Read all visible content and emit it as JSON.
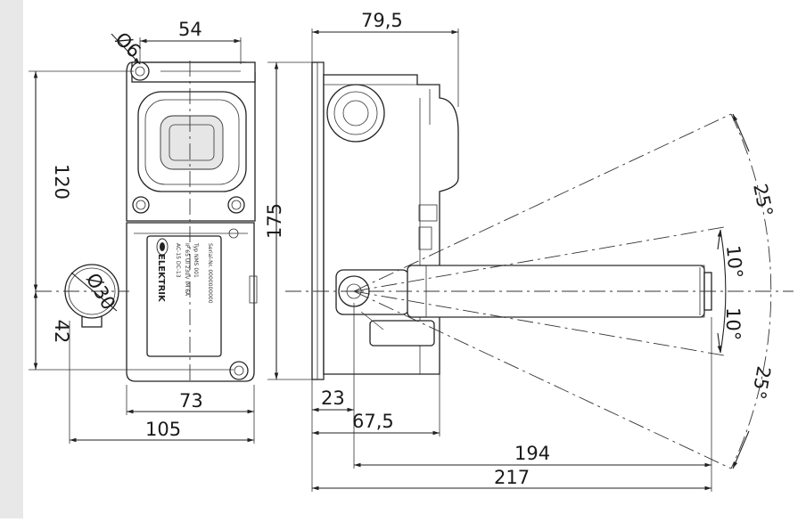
{
  "drawing": {
    "background_color": "#e8e8e8",
    "line_color": "#222222",
    "front_view": {
      "dim_width_top": "54",
      "dim_hole": "Ø6",
      "dim_height_top": "120",
      "dim_height_bottom": "42",
      "dim_pushbutton_dia": "Ø30",
      "dim_width_body": "73",
      "dim_width_total": "105",
      "label": {
        "lines": [
          "Serial-Nr. 0000000000",
          "Typ  NMS 001",
          "IP 65   UI 230V   IM 6A",
          "AC-15  DC-13",
          "ELEKTRIK"
        ],
        "brand_icon": "elektrik-logo-icon"
      }
    },
    "side_view": {
      "dim_width_top": "79,5",
      "dim_height": "175",
      "dim_offset": "23",
      "dim_width_mid": "67,5",
      "dim_lever": "194",
      "dim_total": "217",
      "angle_upper_outer": "25°",
      "angle_upper_inner": "10°",
      "angle_lower_inner": "10°",
      "angle_lower_outer": "25°"
    }
  }
}
